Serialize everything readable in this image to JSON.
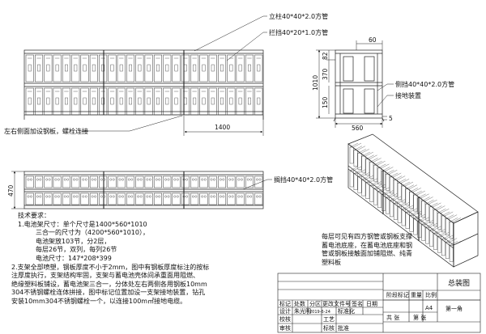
{
  "callouts": {
    "upright": "立柱40*40*2.0方管",
    "rail": "拦挡40*20*1.0方管",
    "side_bar": "侧挡40*40*2.0方管",
    "ground": "接地装置",
    "side_plate": "左右侧面加设钢板，螺栓连接",
    "bottom_bar": "搁挡40*40*2.0方管"
  },
  "dims": {
    "front_width": "1400",
    "side_height": "1010",
    "d82": "82",
    "d370": "370",
    "d150": "150",
    "top_width": "60",
    "side_depth": "560",
    "gap5": "5",
    "plan_depth": "470"
  },
  "notes": {
    "heading": "技术要求：",
    "l1": "1.电池架尺寸：单个尺寸是1400*560*1010",
    "l2": "三合一的尺寸为（4200*560*1010），",
    "l3": "电池架放103节，分2层，",
    "l4": "每层26节，双列，每列26节",
    "l5": "电池尺寸：147*208*399",
    "l6": "2.支架全部喷塑，钢板厚度不小于2mm，图中有钢板厚度标注的按标",
    "l7": "注厚度执行，支架结构牢固，支架与蓄电池壳体间承重面用阻燃、",
    "l8": "绝缘塑料板铺设，蓄电池架三合一，分体处左右两侧各用钢板10mm",
    "l9": "304不锈钢螺栓连体拼接，图中标记位置加设一支架接地装置，钻孔",
    "l10": "安装10mm304不锈钢螺栓一个，以连接100m㎡接地电缆。"
  },
  "description": {
    "l1": "每层可见有四方钢管或钢板支撑",
    "l2": "蓄电池底座，在蓄电池底座和钢",
    "l3": "管或钢板接触面加铺阻燃、纯青",
    "l4": "塑料板"
  },
  "title_block": {
    "drawing_title": "总装图",
    "stage_mark": "阶段标记",
    "weight": "重量",
    "scale": "比例",
    "sheet_size": "A4",
    "total": "共  张",
    "sheet_no": "第  张",
    "sheet_one": "第一角",
    "c_mark": "标记",
    "c_count": "处数",
    "c_zone": "分区",
    "c_change_no": "更改文件号",
    "c_sign": "签名",
    "c_date": "日期",
    "c_design": "设计",
    "c_design_name": "朱光明",
    "c_date_val": "2019-6-24",
    "c_std": "标准化",
    "c_check": "校核",
    "c_process": "工艺",
    "c_audit": "审核",
    "c_approve": "批准",
    "c_review": "标核"
  }
}
